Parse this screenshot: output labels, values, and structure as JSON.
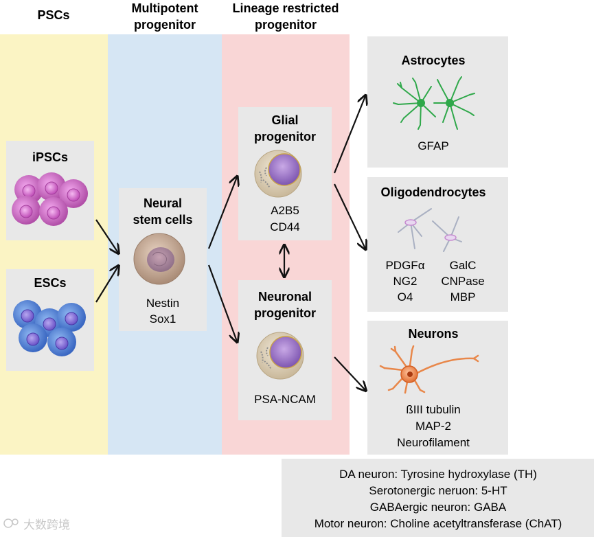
{
  "columns": {
    "pscs": "PSCs",
    "multipotent": [
      "Multipotent",
      "progenitor"
    ],
    "lineage": [
      "Lineage restricted",
      "progenitor"
    ]
  },
  "cells": {
    "ipscs": "iPSCs",
    "escs": "ESCs",
    "neural_stem": {
      "title": [
        "Neural",
        "stem cells"
      ],
      "markers": [
        "Nestin",
        "Sox1"
      ]
    },
    "glial": {
      "title": [
        "Glial",
        "progenitor"
      ],
      "markers": [
        "A2B5",
        "CD44"
      ]
    },
    "neuronal": {
      "title": [
        "Neuronal",
        "progenitor"
      ],
      "markers": [
        "PSA-NCAM"
      ]
    },
    "astrocytes": {
      "title": "Astrocytes",
      "markers": [
        "GFAP"
      ]
    },
    "oligodendrocytes": {
      "title": "Oligodendrocytes",
      "markers_left": [
        "PDGFα",
        "NG2",
        "O4"
      ],
      "markers_right": [
        "GalC",
        "CNPase",
        "MBP"
      ]
    },
    "neurons": {
      "title": "Neurons",
      "markers": [
        "ßIII tubulin",
        "MAP-2",
        "Neurofilament"
      ]
    }
  },
  "subtypes": [
    "DA neuron: Tyrosine hydroxylase (TH)",
    "Serotonergic neruon: 5-HT",
    "GABAergic neuron: GABA",
    "Motor neuron: Choline acetyltransferase (ChAT)"
  ],
  "watermark": "大数跨境",
  "colors": {
    "psc_band": "#fbf4c4",
    "multipotent_band": "#d6e6f4",
    "lineage_band": "#f9d6d6",
    "box": "#e8e8e8",
    "ipsc_cell": "#c86cc0",
    "esc_cell": "#4f7fd0",
    "astrocyte": "#2fa84a",
    "neuron": "#e8874a"
  }
}
